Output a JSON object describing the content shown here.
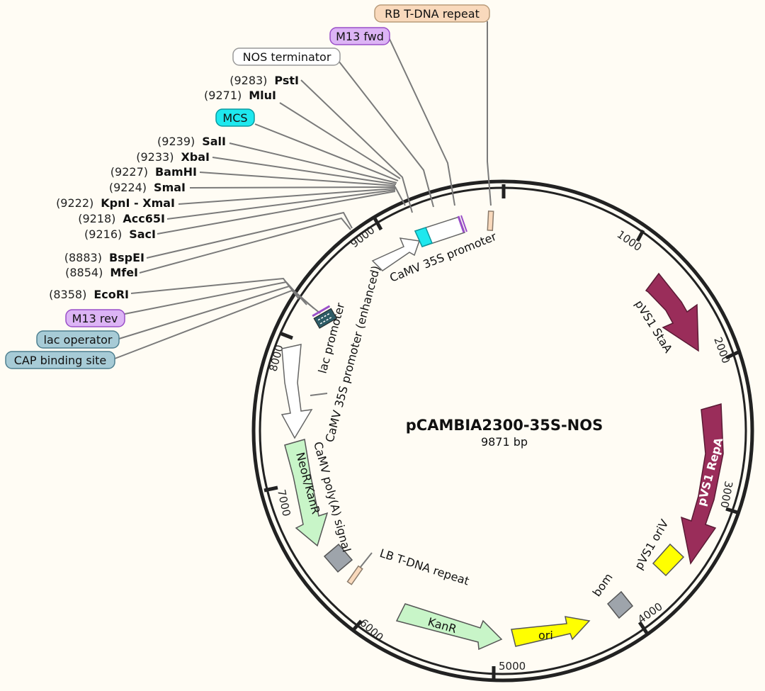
{
  "plasmid": {
    "name": "pCAMBIA2300-35S-NOS",
    "size_label": "9871 bp"
  },
  "ticks": [
    "1000",
    "2000",
    "3000",
    "4000",
    "5000",
    "6000",
    "7000",
    "8000",
    "9000"
  ],
  "restriction_sites": [
    {
      "pos": "(9283)",
      "name": "PstI"
    },
    {
      "pos": "(9271)",
      "name": "MluI"
    },
    {
      "pos": "(9239)",
      "name": "SalI"
    },
    {
      "pos": "(9233)",
      "name": "XbaI"
    },
    {
      "pos": "(9227)",
      "name": "BamHI"
    },
    {
      "pos": "(9224)",
      "name": "SmaI"
    },
    {
      "pos": "(9222)",
      "name": "KpnI - XmaI"
    },
    {
      "pos": "(9218)",
      "name": "Acc65I"
    },
    {
      "pos": "(9216)",
      "name": "SacI"
    },
    {
      "pos": "(8883)",
      "name": "BspEI"
    },
    {
      "pos": "(8854)",
      "name": "MfeI"
    },
    {
      "pos": "(8358)",
      "name": "EcoRI"
    }
  ],
  "chips": [
    {
      "text": "RB T-DNA repeat",
      "fill": "#f9d9bc",
      "stroke": "#b99b7a"
    },
    {
      "text": "M13 fwd",
      "fill": "#dcb4f5",
      "stroke": "#9a4fc8"
    },
    {
      "text": "NOS terminator",
      "fill": "#ffffff",
      "stroke": "#999999"
    },
    {
      "text": "MCS",
      "fill": "#1ee8ee",
      "stroke": "#0a9aa0"
    },
    {
      "text": "M13 rev",
      "fill": "#dcb4f5",
      "stroke": "#9a4fc8"
    },
    {
      "text": "lac operator",
      "fill": "#a7cbd6",
      "stroke": "#4f8090"
    },
    {
      "text": "CAP binding site",
      "fill": "#a7cbd6",
      "stroke": "#4f8090"
    }
  ],
  "features": {
    "camv_promoter": "CaMV 35S promoter",
    "pvs1_stab": "pVS1 StaA",
    "pvs1_repa": "pVS1 RepA",
    "pvs1_oriv": "pVS1 oriV",
    "bom": "bom",
    "ori": "ori",
    "kanr": "KanR",
    "lb_repeat": "LB T-DNA repeat",
    "neor": "NeoR/KanR",
    "polya": "CaMV poly(A) signal",
    "camv_enh": "CaMV 35S promoter (enhanced)",
    "lac_promoter": "lac promoter"
  },
  "colors": {
    "backbone": "#222222",
    "maroon": "#9a2d5a",
    "green": "#c8f5c8",
    "yellow": "#ffff00",
    "gray_box": "#9ea4ab",
    "leader": "#7a7a7a"
  }
}
